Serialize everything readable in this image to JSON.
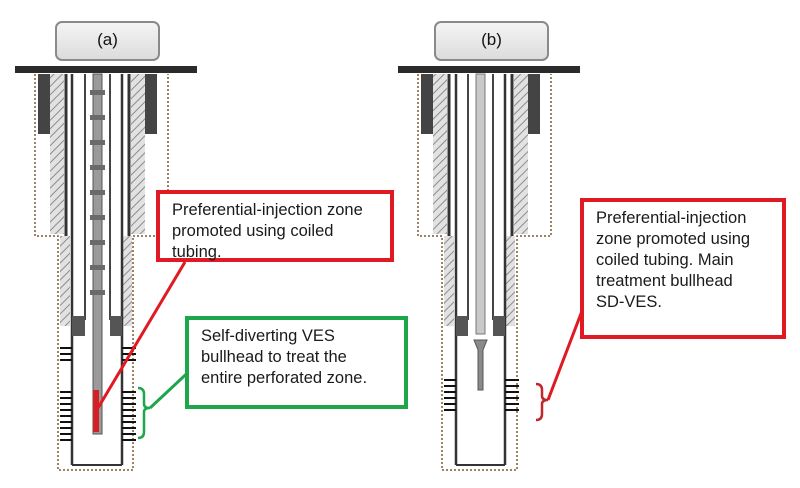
{
  "figure": {
    "panel_a": {
      "label": "(a)",
      "callout_red": "Preferential-injection zone\npromoted using coiled tubing.",
      "callout_green": "Self-diverting VES\nbullhead to treat the\nentire perforated zone."
    },
    "panel_b": {
      "label": "(b)",
      "callout_red": "Preferential-injection\nzone promoted using\ncoiled tubing. Main\ntreatment bullhead\nSD-VES."
    },
    "colors": {
      "callout_red": "#e01a22",
      "callout_green": "#1ea64a",
      "casing": "#3a3a3a",
      "cement": "#b8b8b8"
    }
  }
}
